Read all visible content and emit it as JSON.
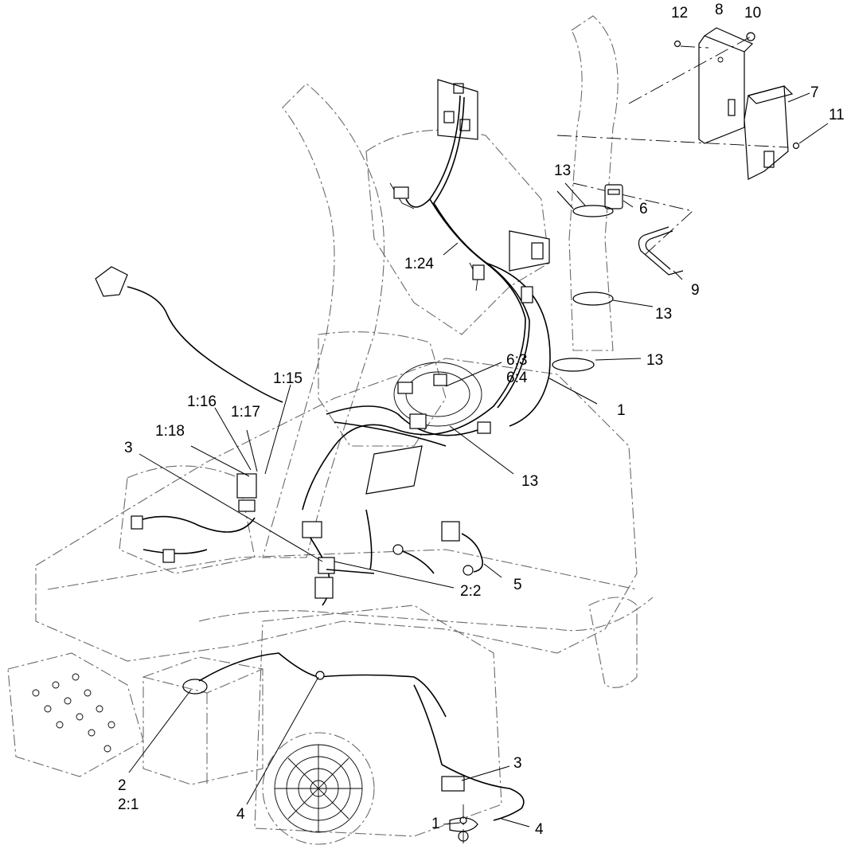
{
  "diagram": {
    "callouts": [
      {
        "id": "c12",
        "text": "12"
      },
      {
        "id": "c8",
        "text": "8"
      },
      {
        "id": "c10",
        "text": "10"
      },
      {
        "id": "c7",
        "text": "7"
      },
      {
        "id": "c11",
        "text": "11"
      },
      {
        "id": "c13a",
        "text": "13"
      },
      {
        "id": "c6",
        "text": "6"
      },
      {
        "id": "c9",
        "text": "9"
      },
      {
        "id": "c124",
        "text": "1:24"
      },
      {
        "id": "c13b",
        "text": "13"
      },
      {
        "id": "c13c",
        "text": "13"
      },
      {
        "id": "c63",
        "text": "6:3"
      },
      {
        "id": "c64",
        "text": "6:4"
      },
      {
        "id": "c1a",
        "text": "1"
      },
      {
        "id": "c115",
        "text": "1:15"
      },
      {
        "id": "c116",
        "text": "1:16"
      },
      {
        "id": "c117",
        "text": "1:17"
      },
      {
        "id": "c118",
        "text": "1:18"
      },
      {
        "id": "c3a",
        "text": "3"
      },
      {
        "id": "c13d",
        "text": "13"
      },
      {
        "id": "c22",
        "text": "2:2"
      },
      {
        "id": "c5",
        "text": "5"
      },
      {
        "id": "c3b",
        "text": "3"
      },
      {
        "id": "c2",
        "text": "2"
      },
      {
        "id": "c21",
        "text": "2:1"
      },
      {
        "id": "c4a",
        "text": "4"
      },
      {
        "id": "c1b",
        "text": "1"
      },
      {
        "id": "c4b",
        "text": "4"
      }
    ]
  }
}
